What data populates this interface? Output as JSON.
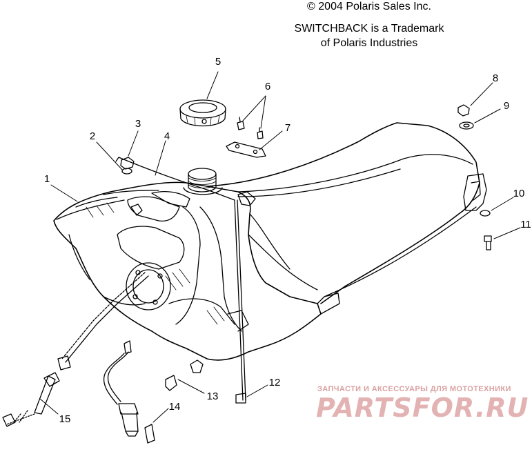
{
  "header": {
    "copyright": "© 2004 Polaris Sales Inc.",
    "trademark_line1": "SWITCHBACK is a Trademark",
    "trademark_line2": "of Polaris Industries"
  },
  "callouts": [
    "1",
    "2",
    "3",
    "4",
    "5",
    "6",
    "7",
    "8",
    "9",
    "10",
    "11",
    "12",
    "13",
    "14",
    "15"
  ],
  "watermark": {
    "tagline": "ЗАПЧАСТИ И АКСЕССУАРЫ ДЛЯ МОТОТЕХНИКИ",
    "brand": "PARTSFOR.RU"
  }
}
